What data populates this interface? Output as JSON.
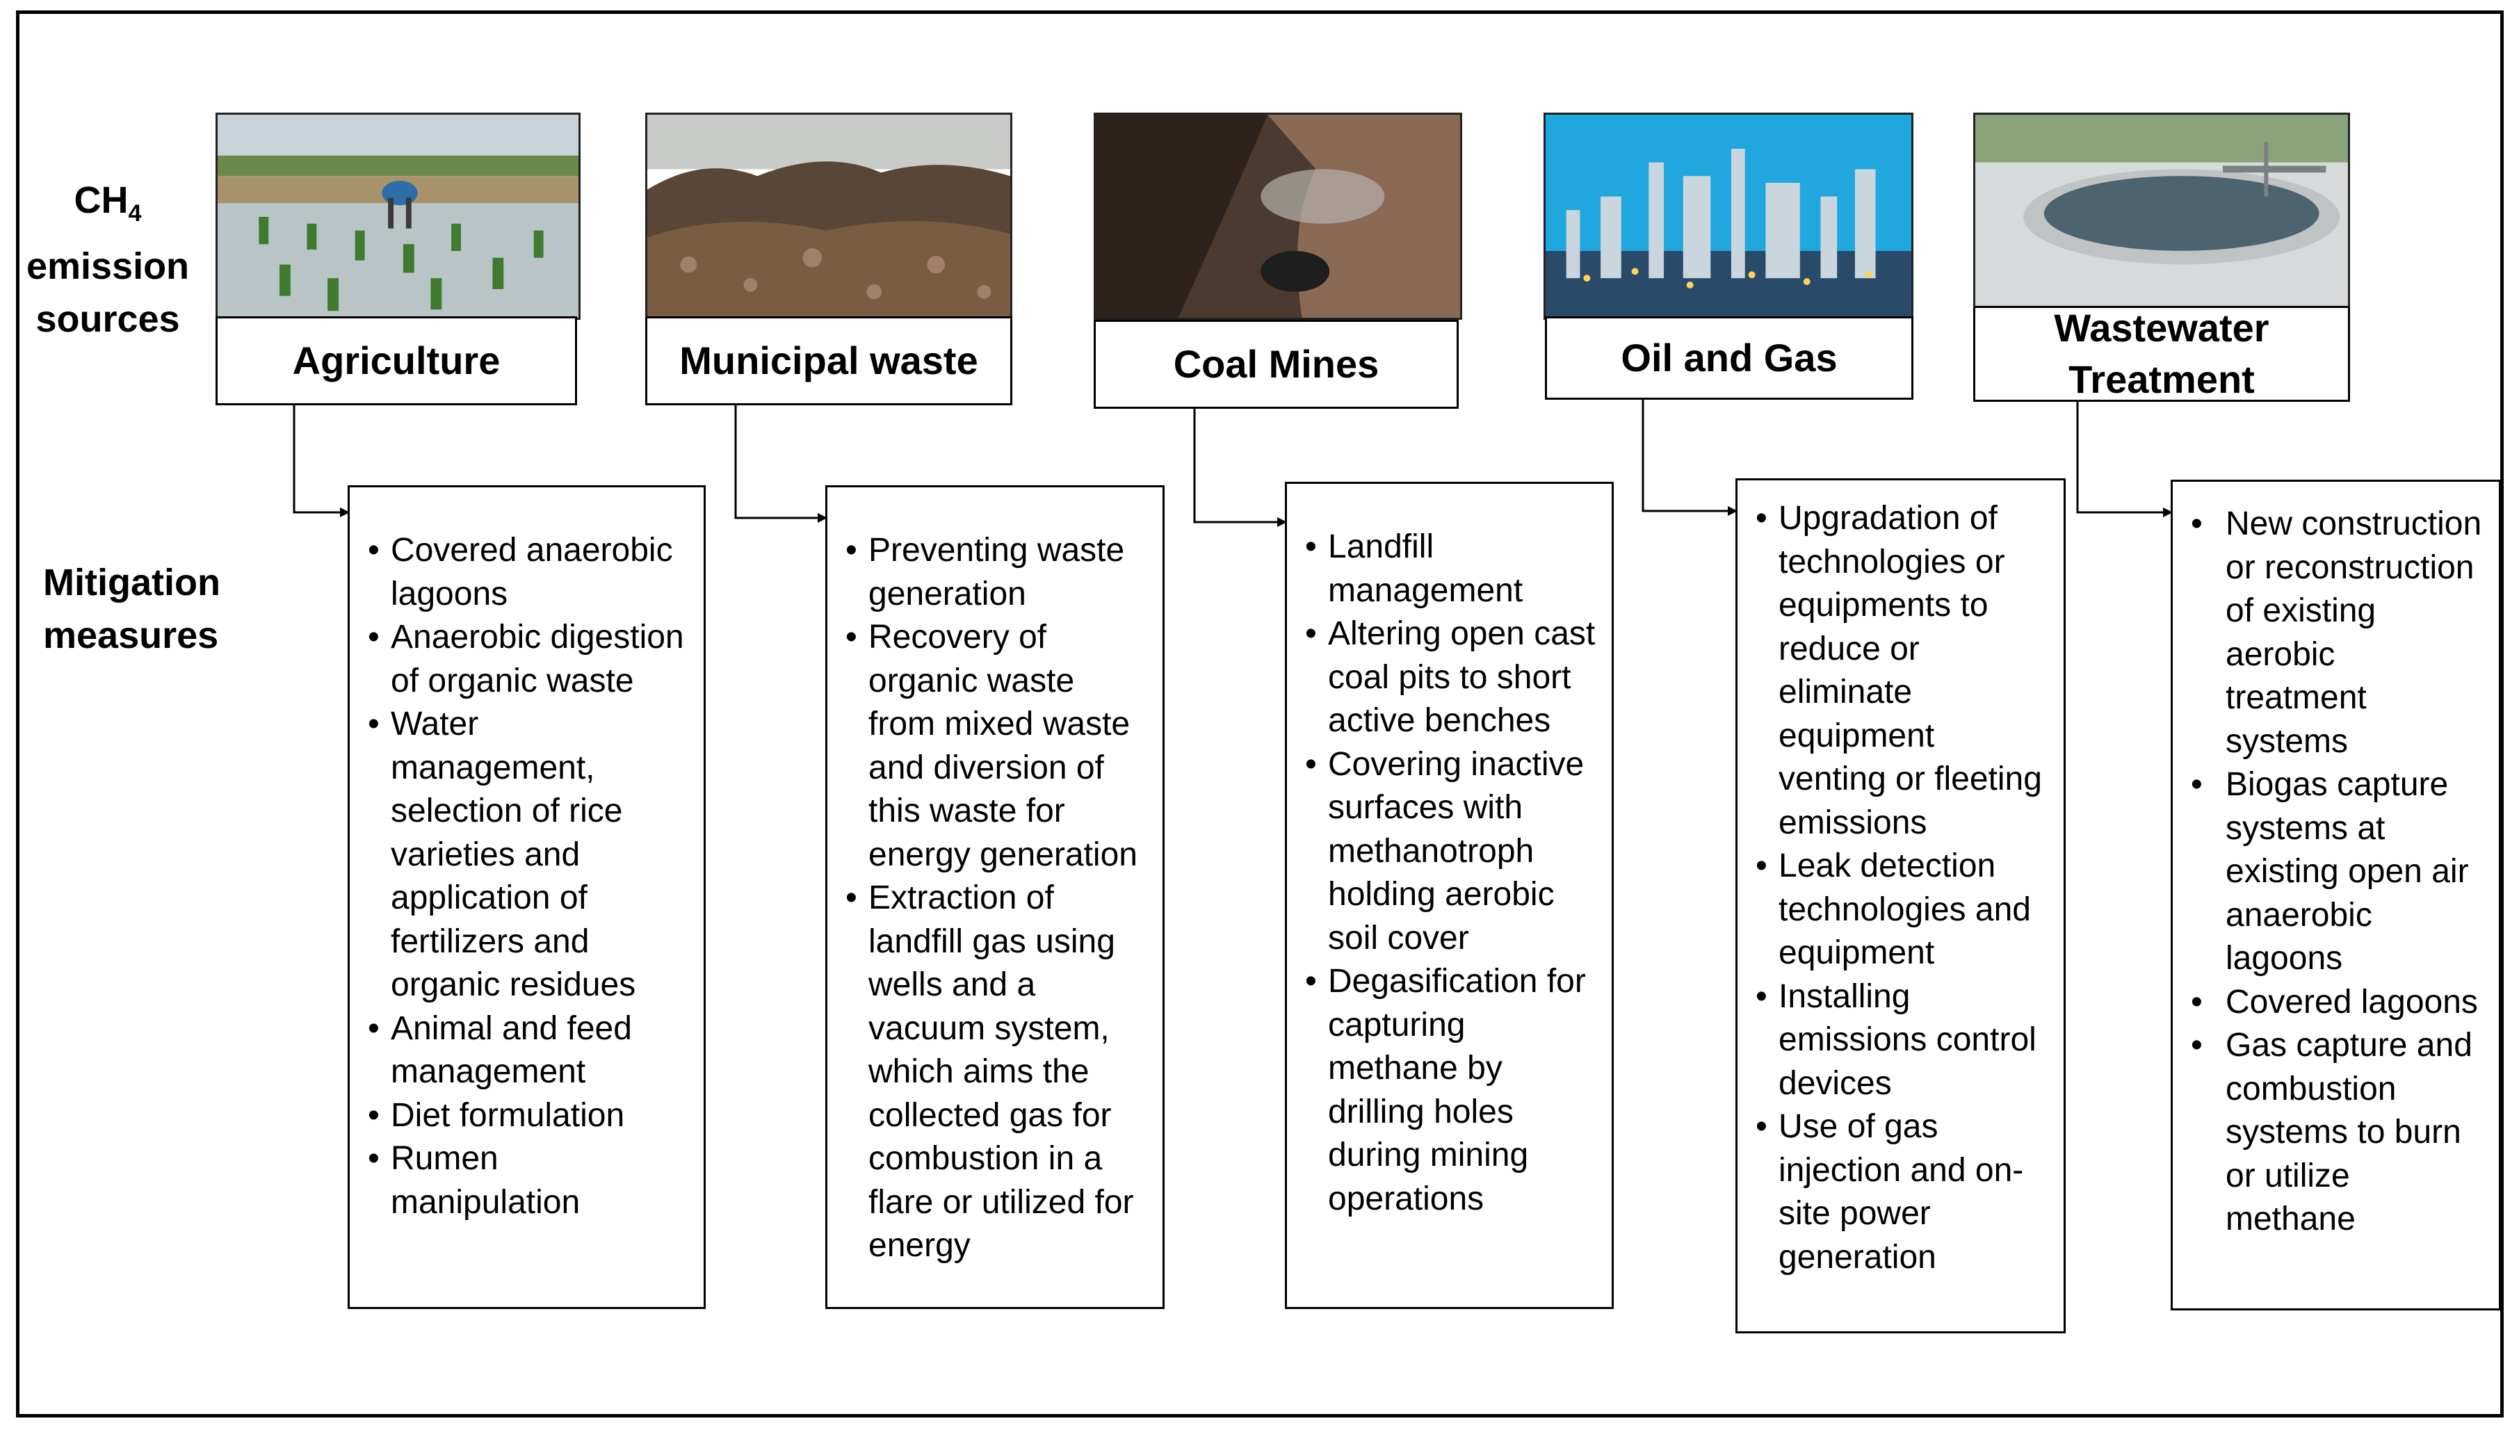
{
  "labels": {
    "sources_ch": "CH",
    "sources_sub": "4",
    "sources_line2": "emission",
    "sources_line3": "sources",
    "mitigation": "Mitigation\nmeasures"
  },
  "sources": [
    {
      "title": "Agriculture",
      "photo": "rice-paddy-photo",
      "measures": [
        "Covered anaerobic lagoons",
        "Anaerobic digestion of organic waste",
        "Water management, selection of rice varieties and application of fertilizers and organic residues",
        "Animal and feed management",
        "Diet formulation",
        "Rumen manipulation"
      ]
    },
    {
      "title": "Municipal waste",
      "photo": "landfill-waste-photo",
      "measures": [
        "Preventing waste generation",
        "Recovery of organic waste from mixed waste and diversion of this waste for energy generation",
        "Extraction of landfill gas using wells and a vacuum system, which aims the collected gas for combustion in a flare or utilized for energy"
      ]
    },
    {
      "title": "Coal Mines",
      "photo": "coal-mine-photo",
      "measures": [
        "Landfill management",
        "Altering open cast coal pits to short active benches",
        "Covering inactive surfaces with methanotroph holding aerobic soil cover",
        "Degasification for capturing methane by drilling holes during mining operations"
      ]
    },
    {
      "title": "Oil and Gas",
      "photo": "refinery-photo",
      "measures": [
        "Upgradation of technologies or equipments to reduce or eliminate equipment venting or fleeting emissions",
        "Leak detection technologies and equipment",
        "Installing emissions control devices",
        "Use of gas injection and on-site power generation"
      ]
    },
    {
      "title": "Wastewater\nTreatment",
      "photo": "treatment-tank-photo",
      "measures": [
        "New construction or reconstruction of existing aerobic treatment systems",
        "Biogas capture systems at existing open air anaerobic lagoons",
        "Covered lagoons",
        "Gas capture and combustion systems to burn or utilize methane"
      ]
    }
  ]
}
